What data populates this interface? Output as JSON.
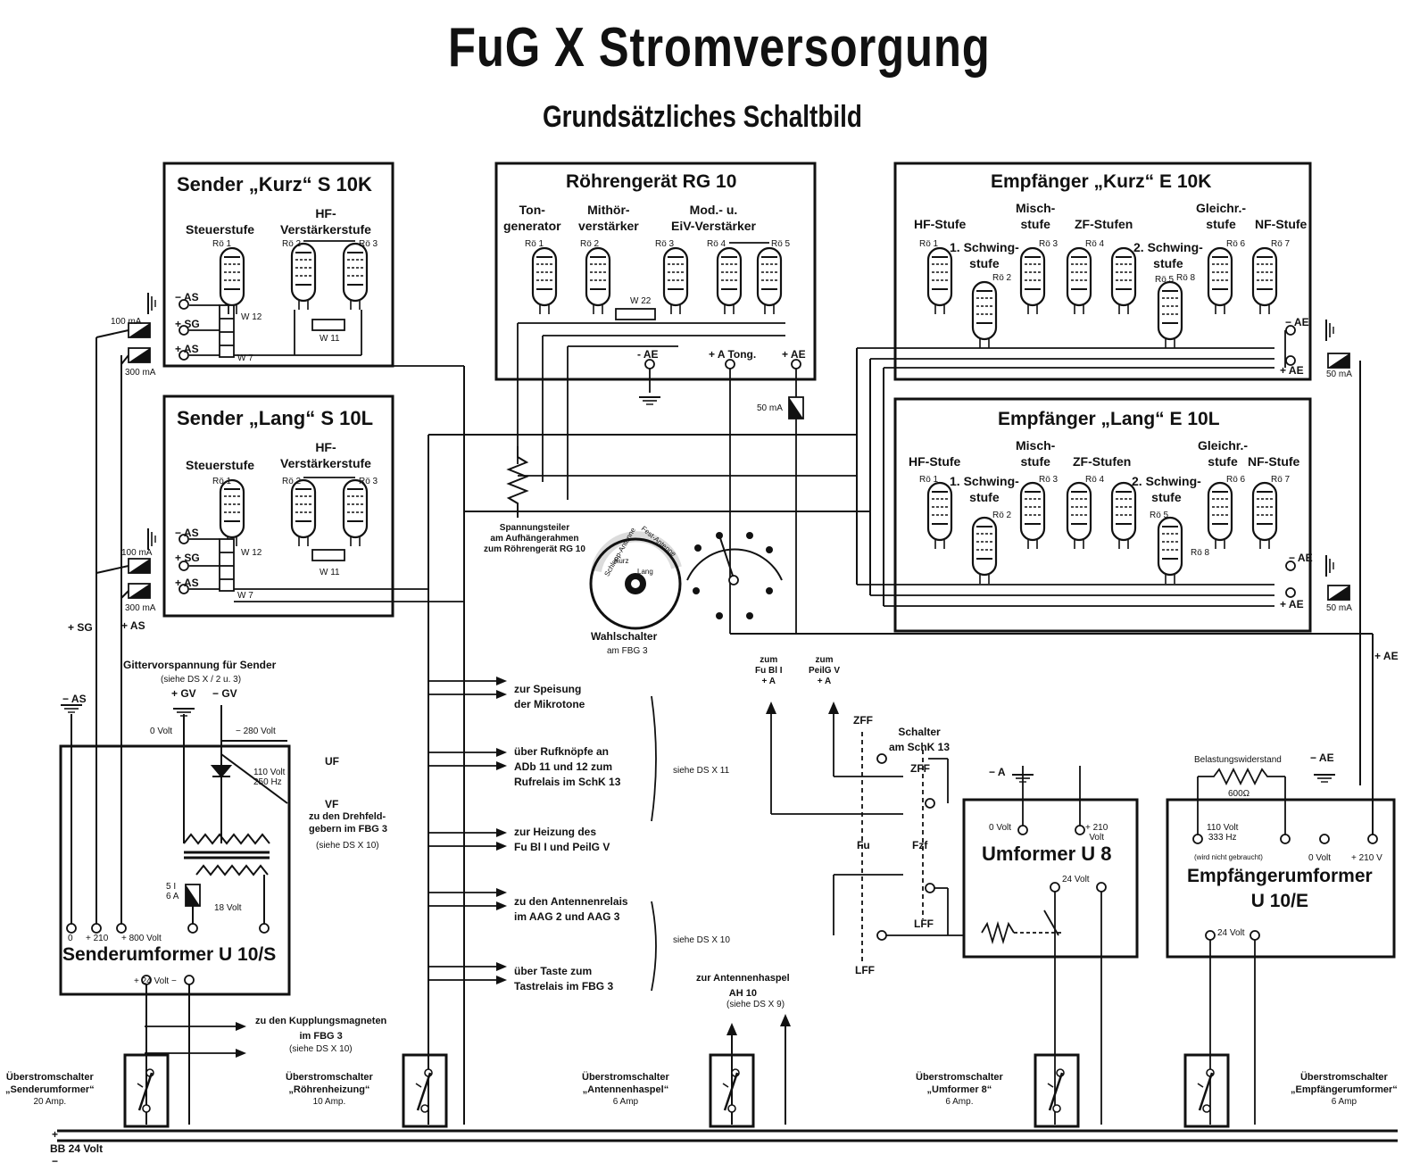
{
  "title": "FuG X  Stromversorgung",
  "subtitle": "Grundsätzliches Schaltbild",
  "boxes": {
    "sender_kurz": {
      "title": "Sender „Kurz“ S 10K",
      "stage1": "Steuerstufe",
      "stage2": "HF-\nVerstärkerstufe",
      "tubes": [
        "Rö 1",
        "Rö 2",
        "Rö 3"
      ],
      "w12": "W 12",
      "w7": "W 7",
      "w11": "W 11"
    },
    "sender_lang": {
      "title": "Sender „Lang“ S 10L",
      "stage1": "Steuerstufe",
      "stage2": "HF-\nVerstärkerstufe",
      "tubes": [
        "Rö 1",
        "Rö 2",
        "Rö 3"
      ],
      "w12": "W 12",
      "w7": "W 7",
      "w11": "W 11"
    },
    "rg10": {
      "title": "Röhrengerät RG 10",
      "s1": "Ton-\ngenerator",
      "s2": "Mithör-\nverstärker",
      "s3": "Mod.- u.\nEiV-Verstärker",
      "tubes": [
        "Rö 1",
        "Rö 2",
        "Rö 3",
        "Rö 4",
        "Rö 5"
      ],
      "w22": "W 22",
      "t_ae_neg": "- AE",
      "t_a": "+ A  Tong.",
      "t_ae": "+ AE"
    },
    "e10k": {
      "title": "Empfänger „Kurz“ E 10K",
      "s1": "HF-Stufe",
      "s2": "Misch-\nstufe",
      "s3": "ZF-Stufen",
      "s4": "Gleichr.-\nstufe",
      "s5": "NF-Stufe",
      "sw1": "1. Schwing-\nstufe",
      "sw2": "2. Schwing-\nstufe",
      "tubes": [
        "Rö 1",
        "Rö 2",
        "Rö 3",
        "Rö 4",
        "Rö 5",
        "Rö 6",
        "Rö 7",
        "Rö 8"
      ]
    },
    "e10l": {
      "title": "Empfänger „Lang“ E 10L",
      "s1": "HF-Stufe",
      "s2": "Misch-\nstufe",
      "s3": "ZF-Stufen",
      "s4": "Gleichr.-\nstufe",
      "s5": "NF-Stufe",
      "sw1": "1. Schwing-\nstufe",
      "sw2": "2. Schwing-\nstufe",
      "tubes": [
        "Rö 1",
        "Rö 2",
        "Rö 3",
        "Rö 4",
        "Rö 5",
        "Rö 6",
        "Rö 7",
        "Rö 8"
      ]
    },
    "u10s": {
      "title": "Senderumformer U 10/S",
      "v0": "0",
      "v210": "+ 210",
      "v800": "+ 800 Volt",
      "v24": "+ 24 Volt −",
      "fuse": "5 I\n6 A",
      "v18": "18 Volt"
    },
    "u8": {
      "title": "Umformer U 8",
      "v0": "0 Volt",
      "v210": "+ 210\nVolt",
      "v24": "24 Volt"
    },
    "u10e": {
      "title": "Empfängerumformer\nU 10/E",
      "v110": "110 Volt\n333 Hz",
      "nicht": "(wird nicht gebraucht)",
      "v0": "0 Volt",
      "v210": "+ 210 V",
      "v24": "24 Volt"
    }
  },
  "labels": {
    "as_neg": "− AS",
    "sg_pos": "+ SG",
    "as_pos": "+ AS",
    "ma100": "100 mA",
    "ma300": "300 mA",
    "ma50": "50 mA",
    "ae_neg": "− AE",
    "ae_pos": "+ AE",
    "left_sg": "+ SG",
    "left_as": "+ AS",
    "left_as_neg": "− AS",
    "gitter": "Gittervorspannung für Sender",
    "gitter_ref": "(siehe DS X / 2 u. 3)",
    "gv_pos": "+ GV",
    "gv_neg": "− GV",
    "volt0": "0 Volt",
    "volt280": "− 280 Volt",
    "uf": "UF",
    "vf": "VF",
    "v110": "110 Volt\n250 Hz",
    "drehfeld": "zu den Drehfeld-\ngebern im FBG 3",
    "drehfeld_ref": "(siehe DS X 10)",
    "spannungsteiler": "Spannungsteiler\nam Aufhängerahmen\nzum Röhrengerät RG 10",
    "wahl_title": "Wahlschalter",
    "wahl_sub": "am FBG 3",
    "dial_schlepp": "Schlepp-Antenne",
    "dial_fest": "Fest-Antenne",
    "dial_kurz": "Kurz",
    "dial_lang": "Lang",
    "speisung": "zur Speisung\nder Mikrotone",
    "rufknoepfe": "über Rufknöpfe an\nADb 11 und 12 zum\nRufrelais im SchK 13",
    "heizung": "zur Heizung des\nFu Bl I und PeilG V",
    "antennenrelais": "zu den Antennenrelais\nim AAG 2 und AAG 3",
    "taste": "über Taste zum\nTastrelais im FBG 3",
    "siehe11": "siehe DS X 11",
    "siehe10": "siehe DS X 10",
    "kupplung": "zu den Kupplungsmagneten\nim FBG 3",
    "kupplung_ref": "(siehe DS X 10)",
    "haspel": "zur Antennenhaspel\nAH 10",
    "haspel_ref": "(siehe DS X 9)",
    "zum_fubl": "zum\nFu Bl I\n+ A",
    "zum_peil": "zum\nPeilG V\n+ A",
    "zff": "ZFF",
    "zff2": "ZFF",
    "schalter": "Schalter\nam SchK 13",
    "fu": "Fu",
    "fzf": "Fzf",
    "lff": "LFF",
    "lff2": "LFF",
    "a_neg": "− A",
    "ae_neg2": "− AE",
    "ae_pos_right": "+ AE",
    "belastung": "Belastungswiderstand",
    "ohm": "600Ω",
    "bb": "BB  24 Volt",
    "plus": "+",
    "minus": "−"
  },
  "breakers": [
    {
      "title": "Überstromschalter",
      "name": "„Senderumformer“",
      "amp": "20 Amp."
    },
    {
      "title": "Überstromschalter",
      "name": "„Röhrenheizung“",
      "amp": "10 Amp."
    },
    {
      "title": "Überstromschalter",
      "name": "„Antennenhaspel“",
      "amp": "6 Amp"
    },
    {
      "title": "Überstromschalter",
      "name": "„Umformer 8“",
      "amp": "6 Amp."
    },
    {
      "title": "Überstromschalter",
      "name": "„Empfängerumformer“",
      "amp": "6 Amp"
    }
  ]
}
